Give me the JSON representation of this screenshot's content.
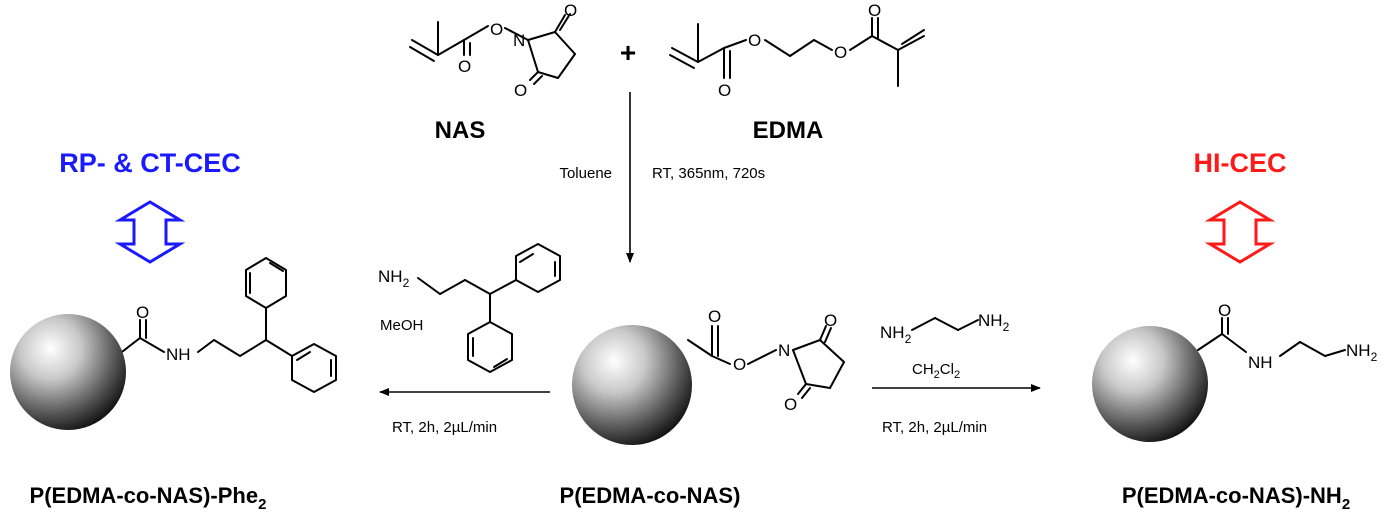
{
  "monomers": {
    "nas": "NAS",
    "edma": "EDMA",
    "plus": "+"
  },
  "polymerization": {
    "solvent": "Toluene",
    "conditions": "RT, 365nm, 720s"
  },
  "left_reaction": {
    "reagent_amine": "NH",
    "reagent_amine_sub": "2",
    "solvent": "MeOH",
    "conditions": "RT, 2h, 2µL/min"
  },
  "right_reaction": {
    "reagent_amine_a": "NH",
    "reagent_amine_a_sub": "2",
    "reagent_amine_b": "NH",
    "reagent_amine_b_sub": "2",
    "solvent_prefix": "CH",
    "solvent_sub1": "2",
    "solvent_mid": "Cl",
    "solvent_sub2": "2",
    "conditions": "RT, 2h, 2µL/min"
  },
  "products": {
    "left_name": "P(EDMA-co-NAS)-Phe",
    "left_name_sub": "2",
    "center_name": "P(EDMA-co-NAS)",
    "right_name": "P(EDMA-co-NAS)-NH",
    "right_name_sub": "2"
  },
  "atoms": {
    "O": "O",
    "N": "N",
    "NH": "NH",
    "NH2": "NH",
    "sub2": "2"
  },
  "modes": {
    "left": "RP- & CT-CEC",
    "left_color": "#1a1aff",
    "right": "HI-CEC",
    "right_color": "#ff1a1a"
  }
}
